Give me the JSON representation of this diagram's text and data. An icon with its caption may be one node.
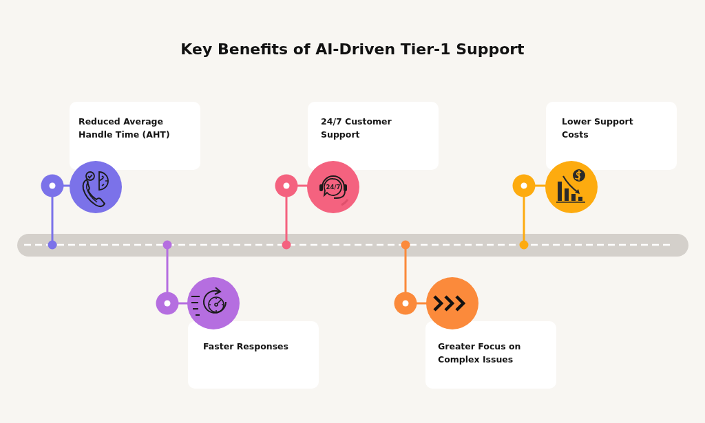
{
  "diagram": {
    "title": "Key Benefits of AI-Driven Tier-1 Support",
    "nodes": [
      {
        "text": [
          "Reduced Average Handle Time (AHT)"
        ]
      },
      {
        "text": [
          "Faster Responses"
        ]
      },
      {
        "text": [
          "24/7 Customer Support"
        ]
      },
      {
        "text": [
          "Greater Focus on Complex Issues"
        ]
      },
      {
        "text": [
          "Lower Support Costs"
        ]
      }
    ],
    "labels": [
      "24/7"
    ]
  }
}
